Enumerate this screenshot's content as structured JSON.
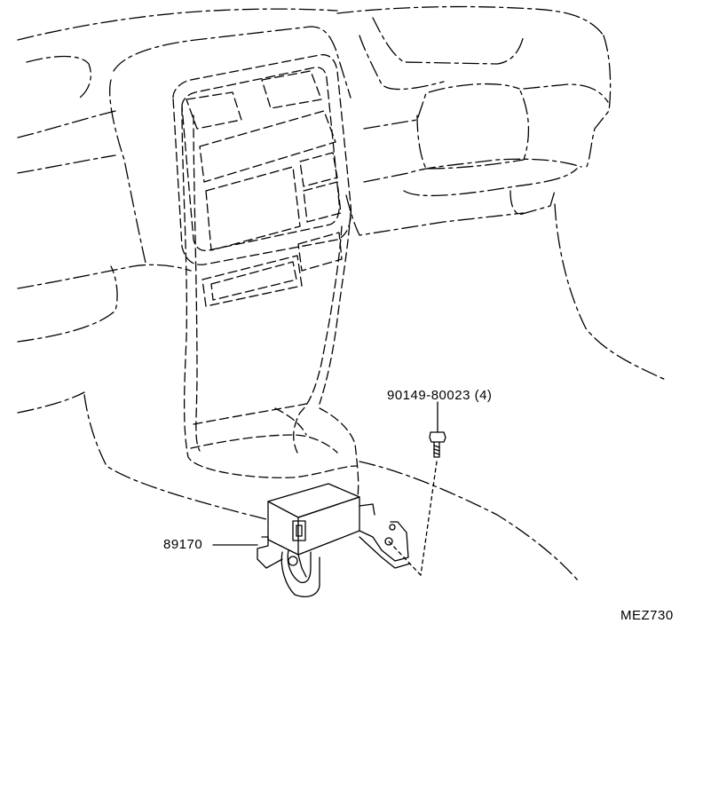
{
  "parts": [
    {
      "id": "bolt",
      "number": "90149-80023",
      "quantity": "(4)"
    },
    {
      "id": "sensor",
      "number": "89170"
    }
  ],
  "reference_code": "MEZ730",
  "colors": {
    "line": "#000000",
    "background": "#ffffff"
  }
}
